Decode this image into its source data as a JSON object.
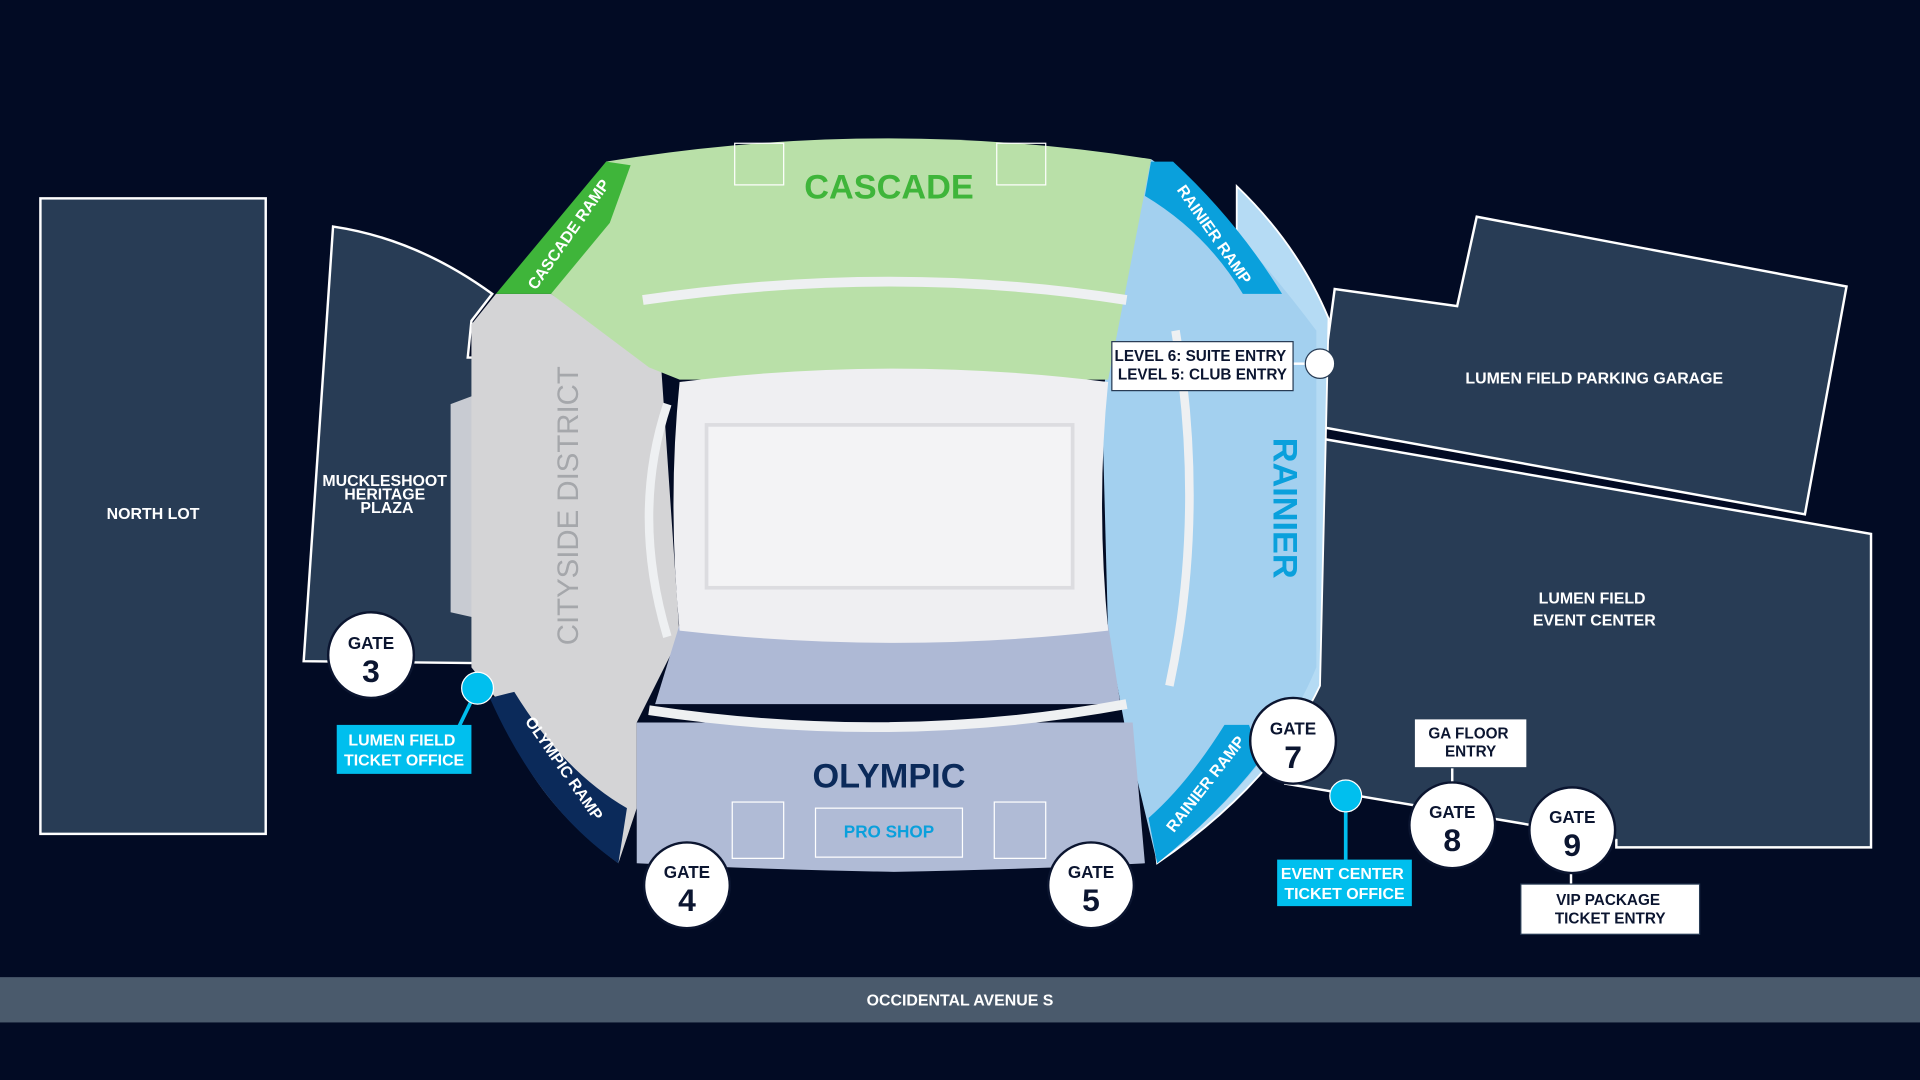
{
  "map": {
    "lots": {
      "north_lot": "NORTH LOT",
      "plaza": [
        "MUCKLESHOOT",
        "HERITAGE",
        "PLAZA"
      ],
      "parking_garage": "LUMEN FIELD PARKING GARAGE",
      "event_center": [
        "LUMEN FIELD",
        "EVENT CENTER"
      ]
    },
    "sections": {
      "cascade": "CASCADE",
      "cascade_ramp": "CASCADE RAMP",
      "rainier": "RAINIER",
      "rainier_ramp_top": "RAINIER RAMP",
      "rainier_ramp_bottom": "RAINIER RAMP",
      "olympic": "OLYMPIC",
      "olympic_ramp": "OLYMPIC RAMP",
      "pro_shop": "PRO SHOP",
      "cityside": "CITYSIDE DISTRICT"
    },
    "gates": [
      {
        "label": "GATE",
        "number": "3"
      },
      {
        "label": "GATE",
        "number": "4"
      },
      {
        "label": "GATE",
        "number": "5"
      },
      {
        "label": "GATE",
        "number": "7"
      },
      {
        "label": "GATE",
        "number": "8"
      },
      {
        "label": "GATE",
        "number": "9"
      }
    ],
    "callouts": {
      "lumen_ticket_office": [
        "LUMEN FIELD",
        "TICKET OFFICE"
      ],
      "event_center_ticket_office": [
        "EVENT CENTER",
        "TICKET OFFICE"
      ],
      "suite_club_entry": [
        "LEVEL 6: SUITE ENTRY",
        "LEVEL 5: CLUB ENTRY"
      ],
      "ga_floor_entry": [
        "GA FLOOR",
        "ENTRY"
      ],
      "vip_entry": [
        "VIP PACKAGE",
        "TICKET ENTRY"
      ]
    },
    "street": "OCCIDENTAL AVENUE S",
    "colors": {
      "background": "#020b24",
      "building": "#283c55",
      "cascade": "#b9e0a8",
      "cascade_ramp": "#3fb53a",
      "rainier": "#a3d0ef",
      "rainier_ramp": "#0aa0dc",
      "olympic": "#b0bbd6",
      "olympic_ramp": "#0b2a5a",
      "cityside": "#d4d4d6",
      "ticket_office": "#00bfee"
    }
  }
}
